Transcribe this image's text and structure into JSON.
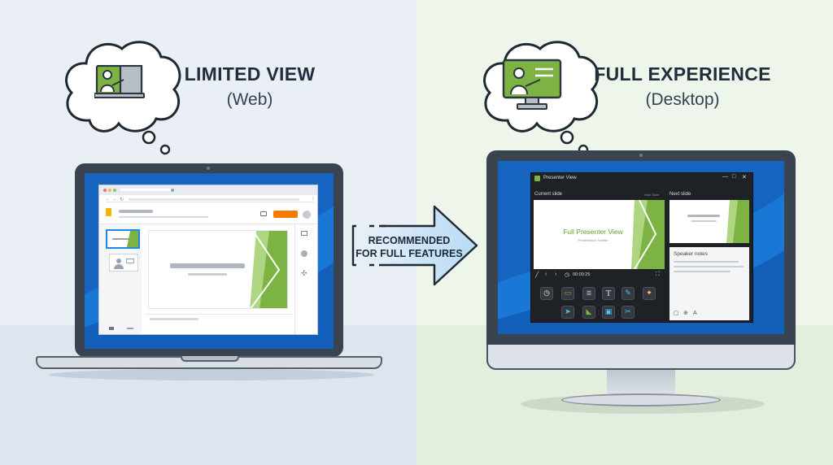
{
  "left_panel": {
    "heading": "LIMITED VIEW",
    "subheading": "(Web)",
    "thought_icon": "presenter-at-board-icon"
  },
  "right_panel": {
    "heading": "FULL EXPERIENCE",
    "subheading": "(Desktop)",
    "thought_icon": "presenter-at-monitor-icon"
  },
  "arrow": {
    "line1": "RECOMMENDED",
    "line2": "FOR FULL FEATURES"
  },
  "presenter_view": {
    "window_title": "Presenter View",
    "current_slide_label": "Current slide",
    "current_slide_hint": "Hide Slide",
    "next_slide_label": "Next slide",
    "slide_title": "Full Presenter View",
    "slide_subtitle": "Presentation Subtitle",
    "timer": "00:00:25",
    "notes_title": "Speaker notes",
    "notes_font_button": "A"
  },
  "colors": {
    "screen_blue": "#1565c0",
    "accent_green": "#7cb342",
    "accent_orange": "#f57c00",
    "bezel": "#3a4350"
  }
}
